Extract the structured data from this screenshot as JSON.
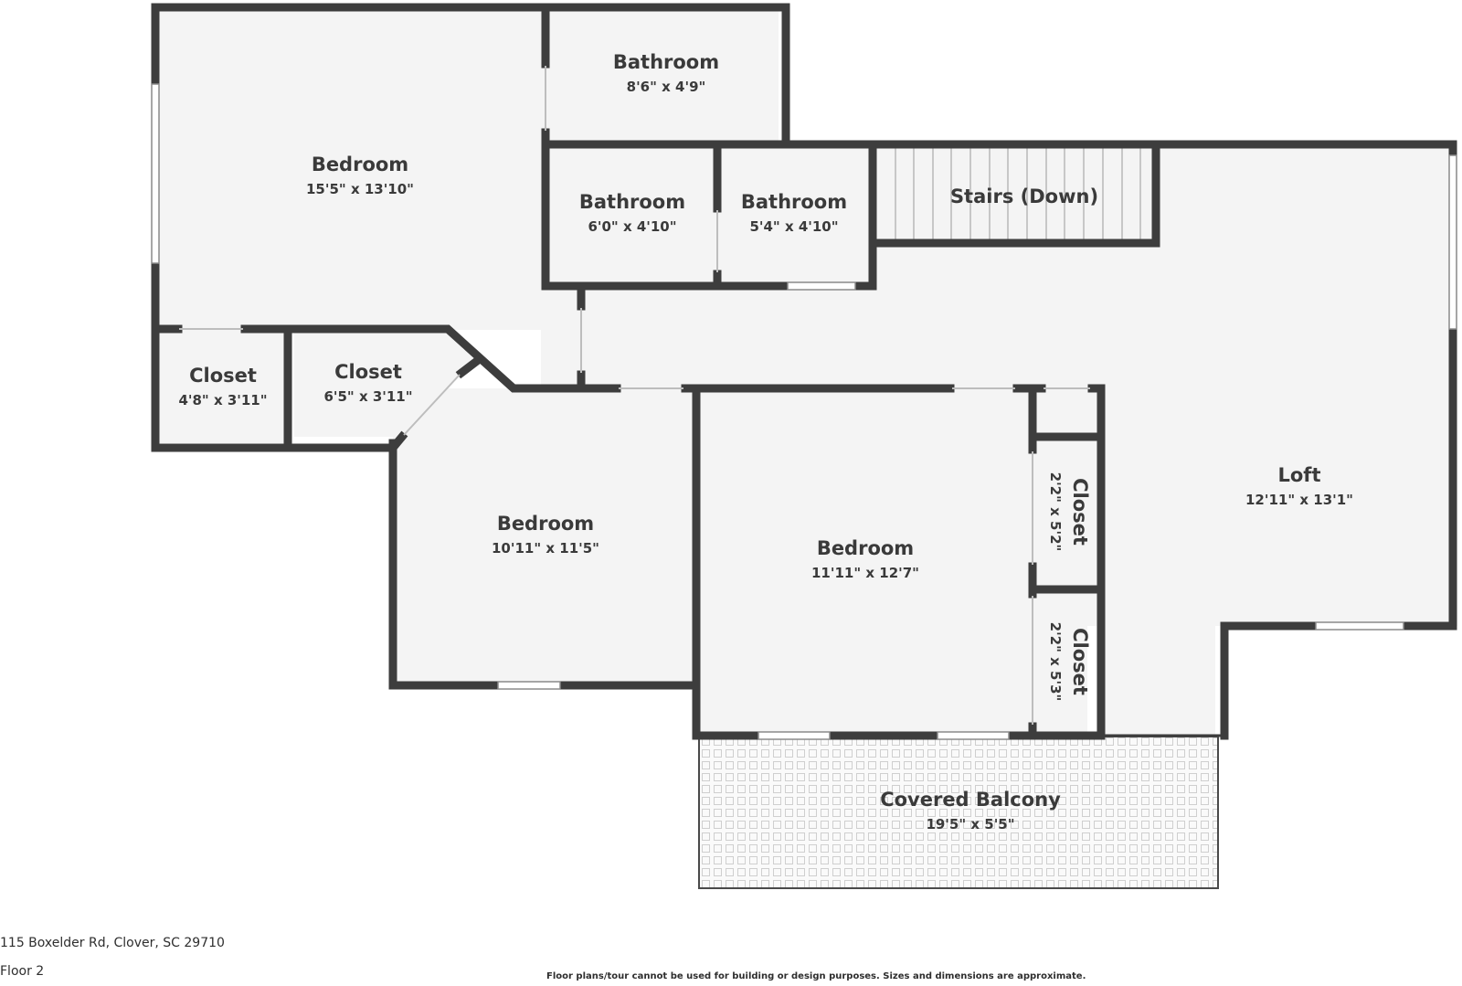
{
  "rooms": {
    "bedroom_1": {
      "name": "Bedroom",
      "dims": "15'5\" x 13'10\""
    },
    "bathroom_1": {
      "name": "Bathroom",
      "dims": "8'6\" x 4'9\""
    },
    "bathroom_2": {
      "name": "Bathroom",
      "dims": "6'0\" x 4'10\""
    },
    "bathroom_3": {
      "name": "Bathroom",
      "dims": "5'4\" x 4'10\""
    },
    "stairs": {
      "name": "Stairs (Down)"
    },
    "closet_1": {
      "name": "Closet",
      "dims": "4'8\" x 3'11\""
    },
    "closet_2": {
      "name": "Closet",
      "dims": "6'5\" x 3'11\""
    },
    "bedroom_2": {
      "name": "Bedroom",
      "dims": "10'11\" x 11'5\""
    },
    "bedroom_3": {
      "name": "Bedroom",
      "dims": "11'11\" x 12'7\""
    },
    "closet_3": {
      "name": "Closet",
      "dims": "2'2\" x 5'2\""
    },
    "closet_4": {
      "name": "Closet",
      "dims": "2'2\" x 5'3\""
    },
    "loft": {
      "name": "Loft",
      "dims": "12'11\" x 13'1\""
    },
    "balcony": {
      "name": "Covered Balcony",
      "dims": "19'5\" x 5'5\""
    }
  },
  "footer": {
    "address": "115 Boxelder Rd, Clover, SC 29710",
    "floor": "Floor 2",
    "disclaimer": "Floor plans/tour cannot be used for building or design purposes. Sizes and dimensions are approximate."
  },
  "colors": {
    "wall": "#3d3d3d",
    "floor": "#f4f4f4",
    "text": "#3a3a3a",
    "balcony_grid": "#cfcfcf"
  }
}
